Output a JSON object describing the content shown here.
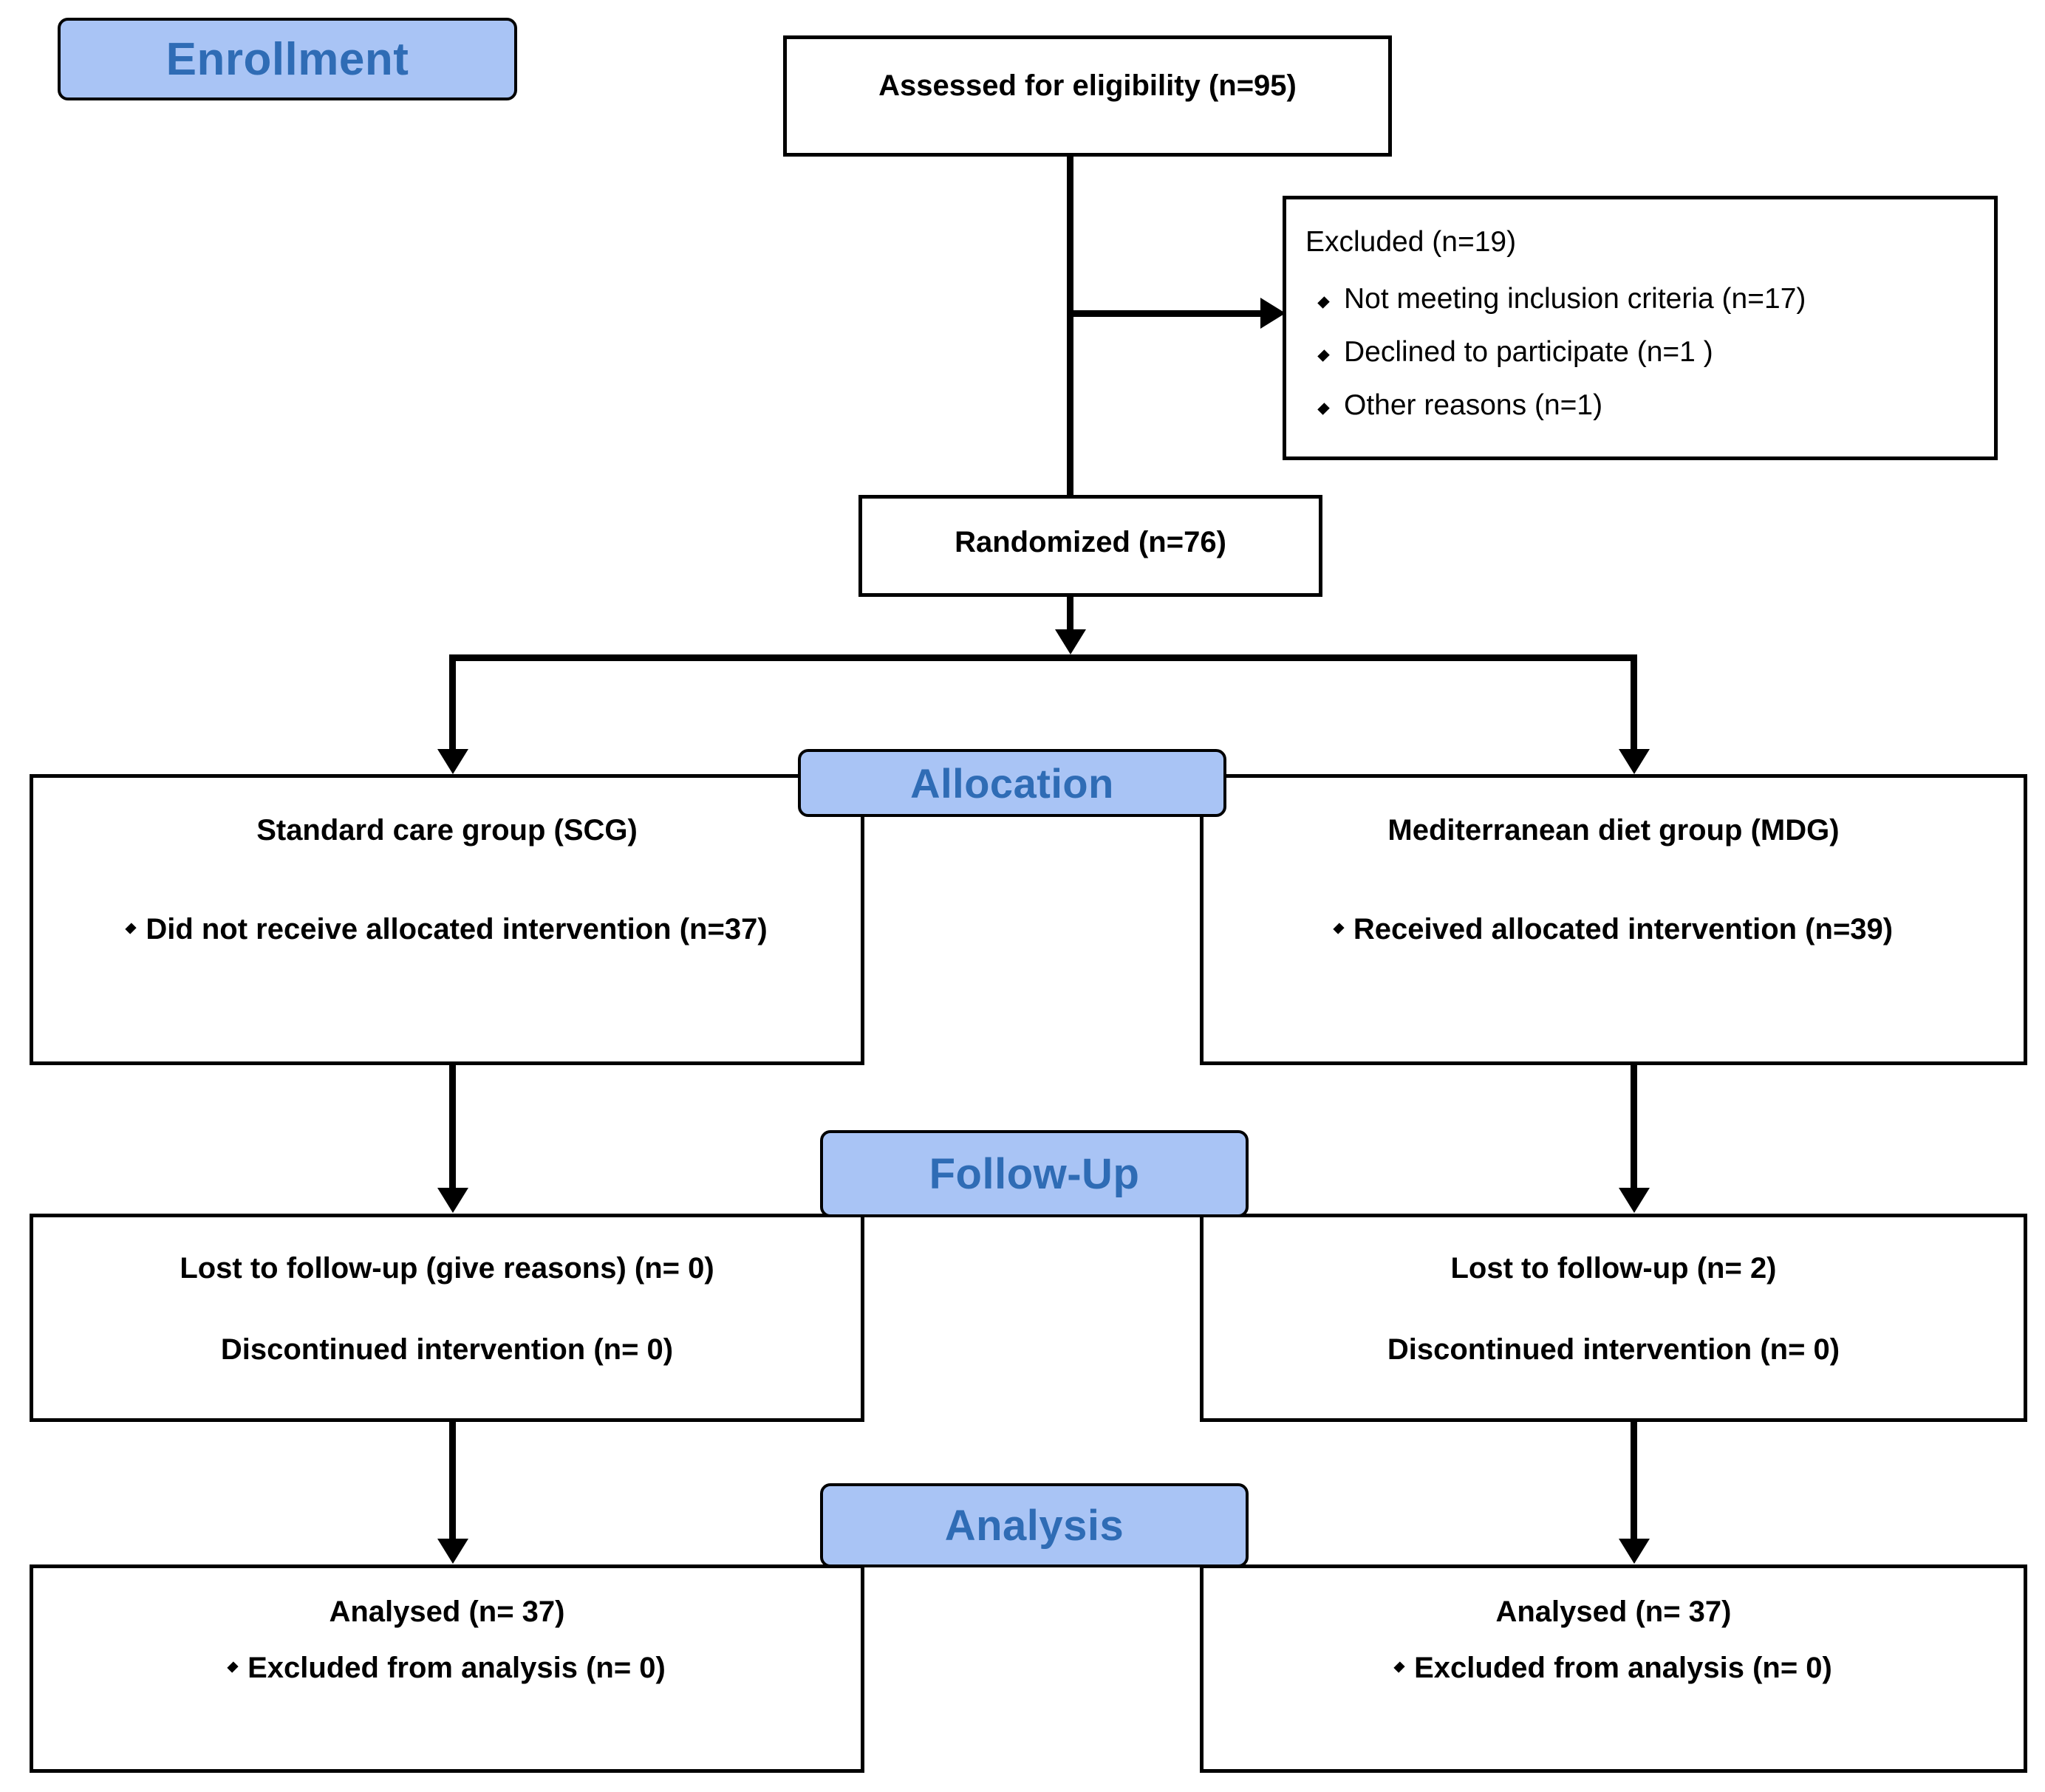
{
  "diagram": {
    "title": "CONSORT participant flow diagram",
    "colors": {
      "badge_fill": "#a9c4f5",
      "badge_text": "#2f6cb5",
      "box_border": "#000000",
      "page_background": "#ffffff",
      "text": "#000000"
    }
  },
  "stages": {
    "enrollment": "Enrollment",
    "allocation": "Allocation",
    "followup": "Follow-Up",
    "analysis": "Analysis"
  },
  "enrollment": {
    "assessed": "Assessed for eligibility (n=95)",
    "excluded_heading": "Excluded (n=19)",
    "excluded_reasons": [
      "Not meeting inclusion criteria (n=17)",
      "Declined to participate (n=1 )",
      "Other reasons (n=1)"
    ],
    "randomized": "Randomized (n=76)"
  },
  "allocation": {
    "left": {
      "title": "Standard care group (SCG)",
      "items": [
        "Did not receive allocated intervention (n=37)"
      ]
    },
    "right": {
      "title": "Mediterranean diet group (MDG)",
      "items": [
        "Received allocated intervention (n=39)"
      ]
    }
  },
  "followup": {
    "left": {
      "lines": [
        "Lost to follow-up (give reasons) (n= 0)",
        "Discontinued intervention (n= 0)"
      ]
    },
    "right": {
      "lines": [
        "Lost to follow-up (n= 2)",
        "Discontinued intervention (n= 0)"
      ]
    }
  },
  "analysis": {
    "left": {
      "analysed": "Analysed (n= 37)",
      "excluded": "Excluded from analysis (n= 0)"
    },
    "right": {
      "analysed": "Analysed (n= 37)",
      "excluded": "Excluded from analysis (n= 0)"
    }
  }
}
